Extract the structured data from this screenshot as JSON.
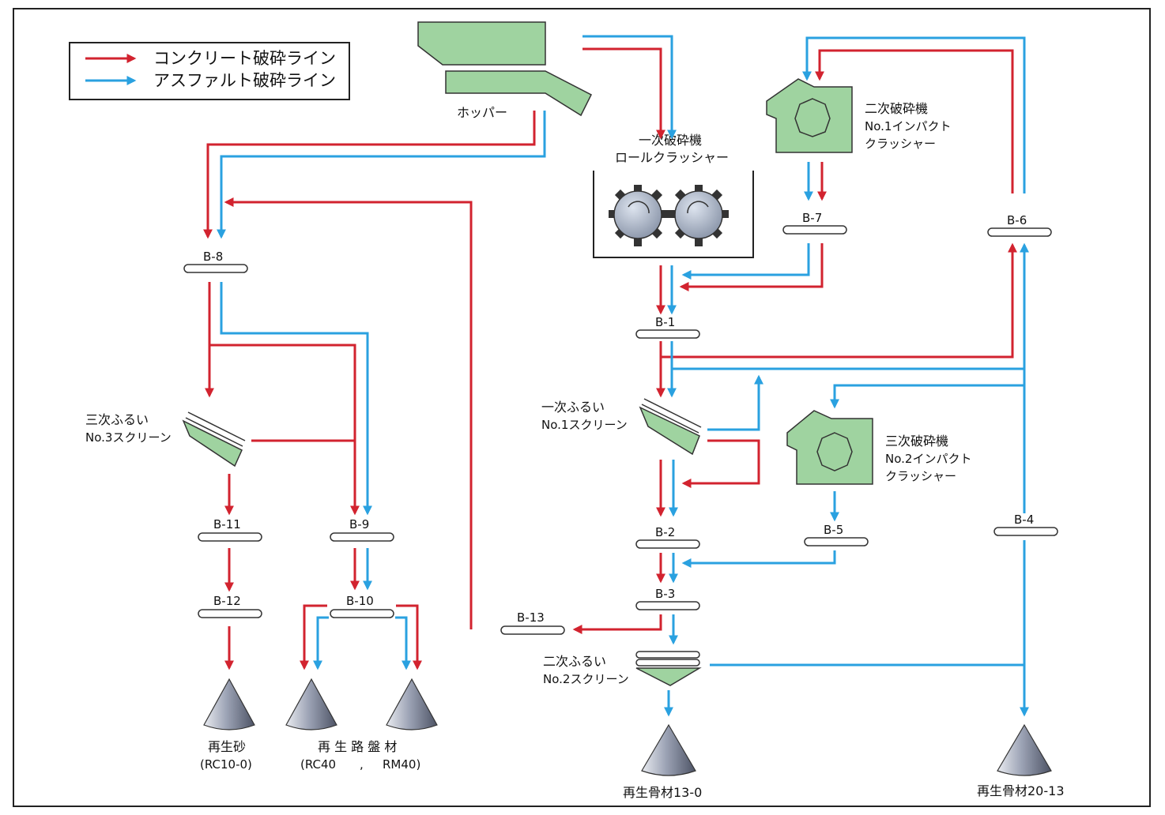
{
  "legend": {
    "concrete_line": "コンクリート破砕ライン",
    "asphalt_line": "アスファルト破砕ライン"
  },
  "colors": {
    "concrete": "#d2232f",
    "asphalt": "#2aa1e0",
    "machine": "#9fd3a0"
  },
  "labels": {
    "hopper": "ホッパー",
    "primary_crusher_1": "一次破砕機",
    "primary_crusher_2": "ロールクラッシャー",
    "secondary_crusher_1": "二次破砕機",
    "secondary_crusher_2": "No.1インパクト",
    "secondary_crusher_3": "クラッシャー",
    "tertiary_crusher_1": "三次破砕機",
    "tertiary_crusher_2": "No.2インパクト",
    "tertiary_crusher_3": "クラッシャー",
    "screen1_1": "一次ふるい",
    "screen1_2": "No.1スクリーン",
    "screen2_1": "二次ふるい",
    "screen2_2": "No.2スクリーン",
    "screen3_1": "三次ふるい",
    "screen3_2": "No.3スクリーン"
  },
  "belts": {
    "b1": "B-1",
    "b2": "B-2",
    "b3": "B-3",
    "b4": "B-4",
    "b5": "B-5",
    "b6": "B-6",
    "b7": "B-7",
    "b8": "B-8",
    "b9": "B-9",
    "b10": "B-10",
    "b11": "B-11",
    "b12": "B-12",
    "b13": "B-13"
  },
  "products": {
    "sand": "再生砂",
    "sand_code": "(RC10-0)",
    "roadbase": "再 生 路 盤 材",
    "roadbase_code1": "(RC40",
    "roadbase_sep": ",",
    "roadbase_code2": "RM40)",
    "agg13": "再生骨材13-0",
    "agg20": "再生骨材20-13"
  }
}
